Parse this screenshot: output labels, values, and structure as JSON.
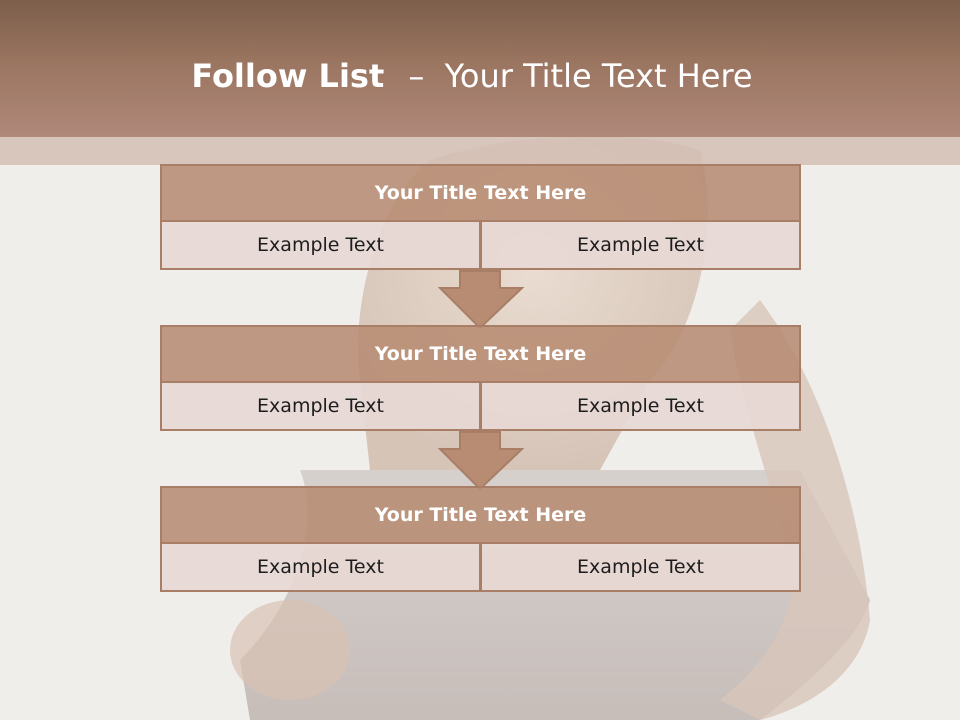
{
  "slide": {
    "title_bold": "Follow List",
    "title_separator": "–",
    "title_rest": "Your Title Text Here"
  },
  "steps": [
    {
      "title": "Your Title Text Here",
      "left": "Example Text",
      "right": "Example Text"
    },
    {
      "title": "Your Title Text Here",
      "left": "Example Text",
      "right": "Example Text"
    },
    {
      "title": "Your Title Text Here",
      "left": "Example Text",
      "right": "Example Text"
    }
  ],
  "colors": {
    "header": "#9a7560",
    "box_title": "#b78c73",
    "box_cell": "#e7d8d4",
    "border": "#a87e66"
  }
}
